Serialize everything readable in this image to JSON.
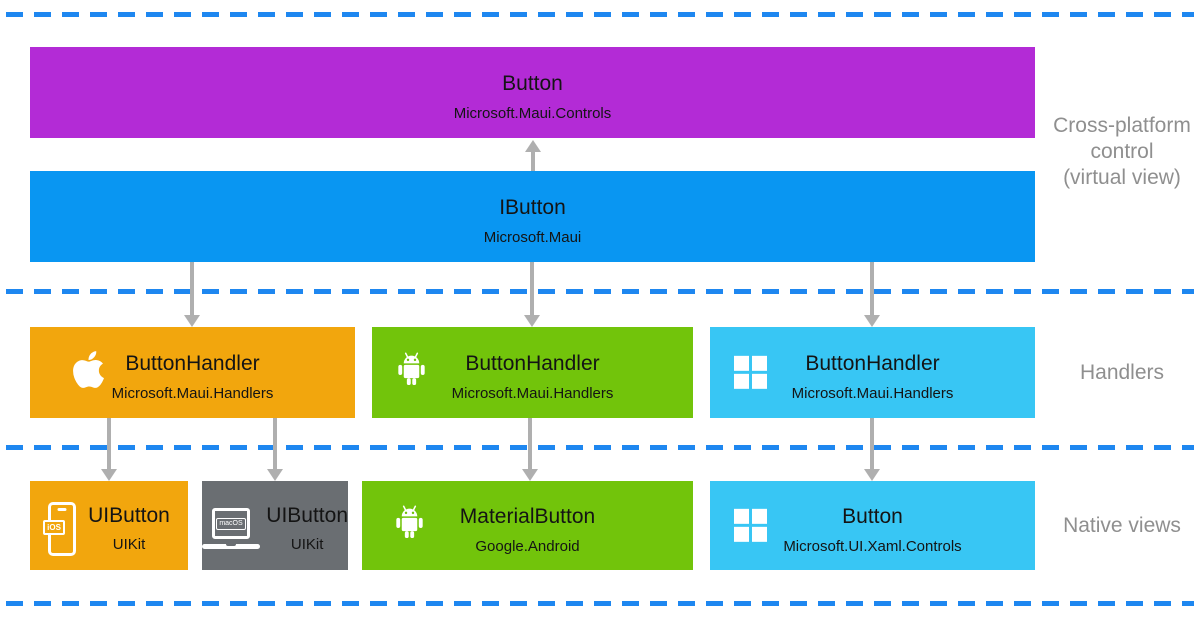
{
  "side_labels": {
    "cross_platform": {
      "line1": "Cross-platform",
      "line2": "control",
      "line3": "(virtual view)"
    },
    "handlers": "Handlers",
    "native_views": "Native views"
  },
  "boxes": {
    "button": {
      "title": "Button",
      "subtitle": "Microsoft.Maui.Controls"
    },
    "ibutton": {
      "title": "IButton",
      "subtitle": "Microsoft.Maui"
    },
    "handler_ios": {
      "title": "ButtonHandler",
      "subtitle": "Microsoft.Maui.Handlers"
    },
    "handler_android": {
      "title": "ButtonHandler",
      "subtitle": "Microsoft.Maui.Handlers"
    },
    "handler_windows": {
      "title": "ButtonHandler",
      "subtitle": "Microsoft.Maui.Handlers"
    },
    "native_ios": {
      "title": "UIButton",
      "subtitle": "UIKit",
      "badge": "iOS"
    },
    "native_macos": {
      "title": "UIButton",
      "subtitle": "UIKit",
      "badge": "macOS"
    },
    "native_android": {
      "title": "MaterialButton",
      "subtitle": "Google.Android"
    },
    "native_windows": {
      "title": "Button",
      "subtitle": "Microsoft.UI.Xaml.Controls"
    }
  },
  "icons": {
    "apple": "apple-icon",
    "android": "android-icon",
    "windows": "windows-icon",
    "ios_phone": "ios-phone-icon",
    "macos_laptop": "macos-laptop-icon"
  },
  "colors": {
    "cross_platform_control": "#B32BD6",
    "cross_platform_interface": "#0996F2",
    "ios_orange": "#F2A60D",
    "android_green": "#72C40B",
    "windows_cyan": "#38C6F4",
    "macos_gray": "#6A6E72",
    "divider_blue": "#1E87F0",
    "arrow_gray": "#AFAFAF",
    "side_label_gray": "#8F8F8F"
  }
}
